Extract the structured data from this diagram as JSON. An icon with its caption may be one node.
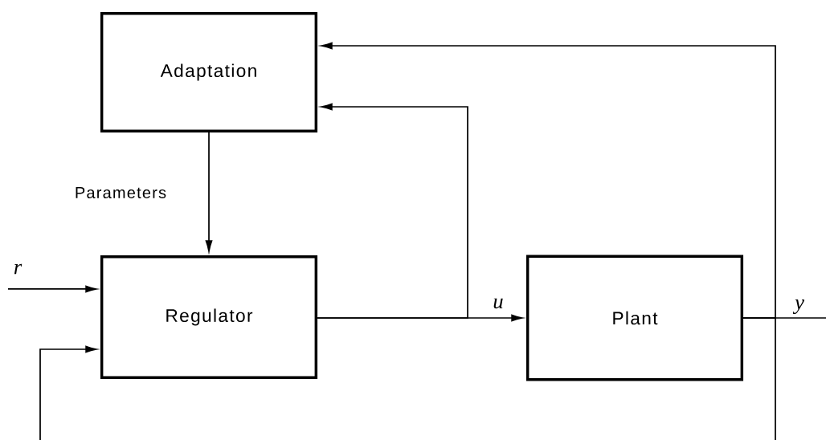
{
  "diagram": {
    "nodes": [
      {
        "text": [
          "Adaptation"
        ]
      },
      {
        "text": [
          "Regulator"
        ]
      },
      {
        "text": [
          "Plant"
        ]
      }
    ],
    "edges": [
      {
        "from": null,
        "to": 1,
        "arrow": "to",
        "label": "r"
      },
      {
        "from": 0,
        "to": 1,
        "arrow": "to",
        "label": "Parameters"
      },
      {
        "from": 1,
        "to": 2,
        "arrow": "to",
        "label": "u"
      },
      {
        "from": 1,
        "to": 0,
        "arrow": "to"
      },
      {
        "from": 2,
        "to": null,
        "arrow": "none",
        "label": "y"
      },
      {
        "from": 2,
        "to": 0,
        "arrow": "to"
      },
      {
        "from": 2,
        "to": 1,
        "arrow": "to"
      }
    ]
  }
}
